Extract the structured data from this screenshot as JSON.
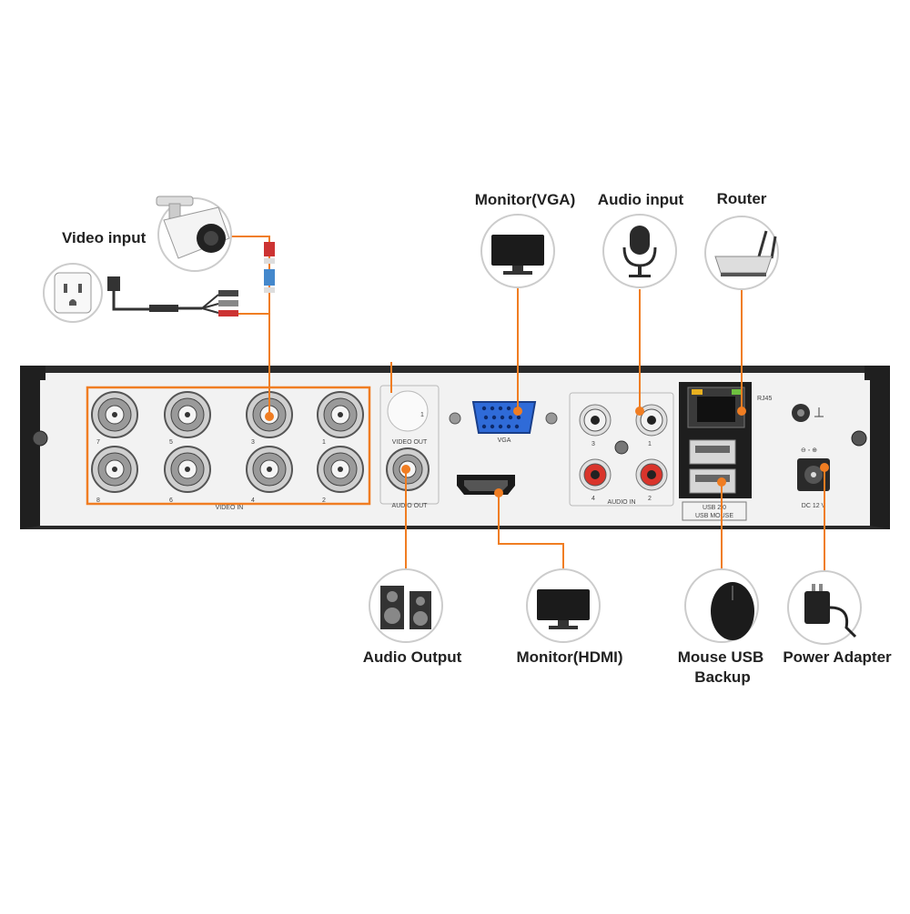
{
  "labels": {
    "video_input": "Video input",
    "monitor_vga": "Monitor(VGA)",
    "audio_input": "Audio input",
    "router": "Router",
    "audio_output": "Audio Output",
    "monitor_hdmi": "Monitor(HDMI)",
    "mouse_usb_line1": "Mouse USB",
    "mouse_usb_line2": "Backup",
    "power_adapter": "Power Adapter"
  },
  "panel": {
    "video_in": "VIDEO IN",
    "video_out": "VIDEO OUT",
    "audio_out": "AUDIO OUT",
    "vga": "VGA",
    "audio_in": "AUDIO IN",
    "rj45": "RJ45",
    "usb20": "USB 2.0",
    "usb_mouse": "USB MOUSE",
    "dc12v": "DC 12 V",
    "video_ch": [
      "7",
      "5",
      "3",
      "1",
      "8",
      "6",
      "4",
      "2"
    ],
    "video_out_ch": "1",
    "audio_ch": [
      "3",
      "1",
      "4",
      "2"
    ]
  },
  "colors": {
    "accent": "#f07d22",
    "panel_face": "#f2f2f2",
    "chassis": "#2a2a2a"
  }
}
